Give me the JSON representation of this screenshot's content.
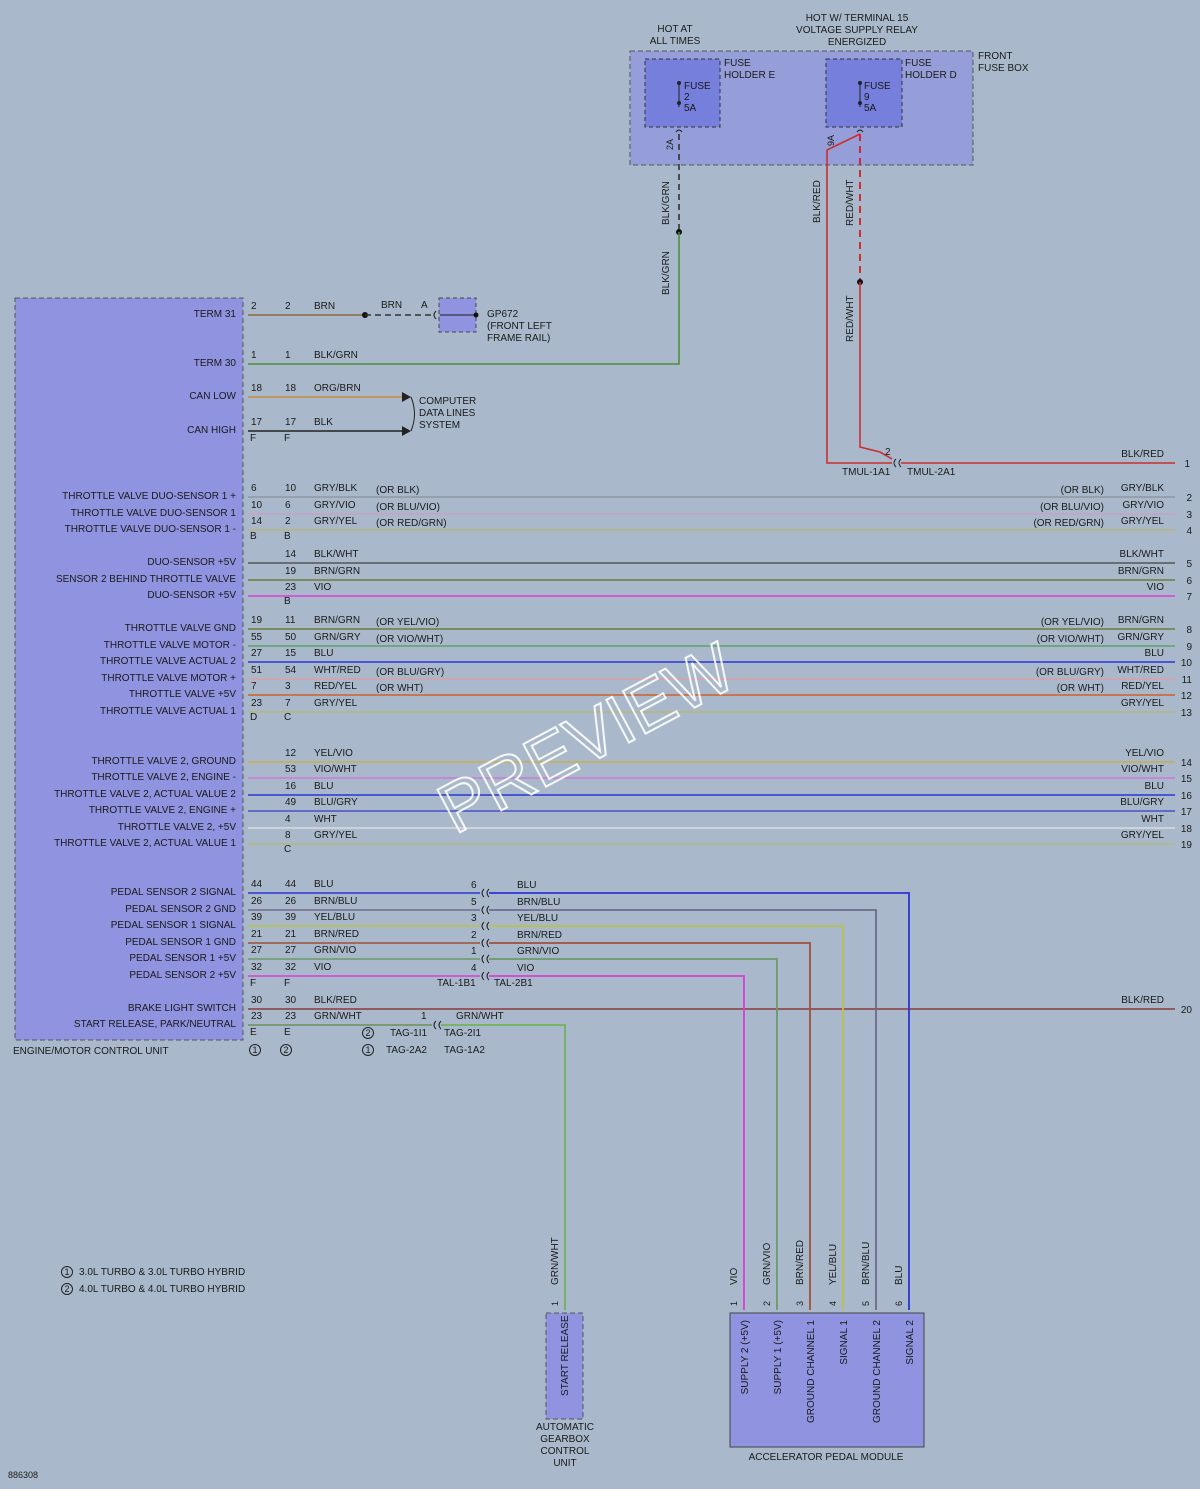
{
  "diagram_id": "886308",
  "components": {
    "ecu": {
      "label": "ENGINE/MOTOR CONTROL UNIT"
    },
    "front_fuse_box": {
      "label_line1": "FRONT",
      "label_line2": "FUSE BOX"
    },
    "fuse_e": {
      "header_line1": "HOT AT",
      "header_line2": "ALL TIMES",
      "holder_line1": "FUSE",
      "holder_line2": "HOLDER E",
      "fuse_label": "FUSE",
      "fuse_num": "2",
      "fuse_amp": "5A",
      "pin": "2A"
    },
    "fuse_d": {
      "header_line1": "HOT W/ TERMINAL 15",
      "header_line2": "VOLTAGE SUPPLY RELAY",
      "header_line3": "ENERGIZED",
      "holder_line1": "FUSE",
      "holder_line2": "HOLDER D",
      "fuse_label": "FUSE",
      "fuse_num": "9",
      "fuse_amp": "5A",
      "pin": "9A"
    },
    "ground": {
      "id": "GP672",
      "line2": "(FRONT LEFT",
      "line3": "FRAME RAIL)",
      "pin": "A"
    },
    "data_lines": {
      "line1": "COMPUTER",
      "line2": "DATA LINES",
      "line3": "SYSTEM"
    },
    "gearbox": {
      "pin_label": "START RELEASE",
      "name_line1": "AUTOMATIC",
      "name_line2": "GEARBOX",
      "name_line3": "CONTROL",
      "name_line4": "UNIT"
    },
    "pedal_module": {
      "label": "ACCELERATOR PEDAL MODULE"
    }
  },
  "wires": {
    "fuse_e_blkgrn": "BLK/GRN",
    "fuse_d_blkred": "BLK/RED",
    "fuse_d_redwht": "RED/WHT",
    "tmul_1": "TMUL-1A1",
    "tmul_2": "TMUL-2A1",
    "tmul_pin": "2"
  },
  "ecu_pins": [
    {
      "label": "TERM 31",
      "p1": "2",
      "p2": "2",
      "wire": "BRN",
      "alt": "",
      "right_alt": "",
      "right_wire": "",
      "num": ""
    },
    {
      "label": "TERM 30",
      "p1": "1",
      "p2": "1",
      "wire": "BLK/GRN",
      "alt": "",
      "right_alt": "",
      "right_wire": "",
      "num": ""
    },
    {
      "label": "CAN LOW",
      "p1": "18",
      "p2": "18",
      "wire": "ORG/BRN",
      "alt": "",
      "right_alt": "",
      "right_wire": "",
      "num": ""
    },
    {
      "label": "CAN HIGH",
      "p1": "17",
      "p2": "17",
      "wire": "BLK",
      "alt": "",
      "right_alt": "",
      "right_wire": "",
      "num": ""
    },
    {
      "label": "THROTTLE VALVE DUO-SENSOR 1 +",
      "p1": "6",
      "p2": "10",
      "wire": "GRY/BLK",
      "alt": "(OR BLK)",
      "right_alt": "(OR BLK)",
      "right_wire": "GRY/BLK",
      "num": "2"
    },
    {
      "label": "THROTTLE VALVE DUO-SENSOR 1",
      "p1": "10",
      "p2": "6",
      "wire": "GRY/VIO",
      "alt": "(OR BLU/VIO)",
      "right_alt": "(OR BLU/VIO)",
      "right_wire": "GRY/VIO",
      "num": "3"
    },
    {
      "label": "THROTTLE VALVE DUO-SENSOR 1 -",
      "p1": "14",
      "p2": "2",
      "wire": "GRY/YEL",
      "alt": "(OR RED/GRN)",
      "right_alt": "(OR RED/GRN)",
      "right_wire": "GRY/YEL",
      "num": "4"
    },
    {
      "label": "DUO-SENSOR +5V",
      "p1": "",
      "p2": "14",
      "wire": "BLK/WHT",
      "alt": "",
      "right_alt": "",
      "right_wire": "BLK/WHT",
      "num": "5"
    },
    {
      "label": "SENSOR 2 BEHIND THROTTLE VALVE",
      "p1": "",
      "p2": "19",
      "wire": "BRN/GRN",
      "alt": "",
      "right_alt": "",
      "right_wire": "BRN/GRN",
      "num": "6"
    },
    {
      "label": "DUO-SENSOR +5V",
      "p1": "",
      "p2": "23",
      "wire": "VIO",
      "alt": "",
      "right_alt": "",
      "right_wire": "VIO",
      "num": "7"
    },
    {
      "label": "THROTTLE VALVE GND",
      "p1": "19",
      "p2": "11",
      "wire": "BRN/GRN",
      "alt": "(OR YEL/VIO)",
      "right_alt": "(OR YEL/VIO)",
      "right_wire": "BRN/GRN",
      "num": "8"
    },
    {
      "label": "THROTTLE VALVE MOTOR -",
      "p1": "55",
      "p2": "50",
      "wire": "GRN/GRY",
      "alt": "(OR VIO/WHT)",
      "right_alt": "(OR VIO/WHT)",
      "right_wire": "GRN/GRY",
      "num": "9"
    },
    {
      "label": "THROTTLE VALVE ACTUAL 2",
      "p1": "27",
      "p2": "15",
      "wire": "BLU",
      "alt": "",
      "right_alt": "",
      "right_wire": "BLU",
      "num": "10"
    },
    {
      "label": "THROTTLE VALVE MOTOR +",
      "p1": "51",
      "p2": "54",
      "wire": "WHT/RED",
      "alt": "(OR BLU/GRY)",
      "right_alt": "(OR BLU/GRY)",
      "right_wire": "WHT/RED",
      "num": "11"
    },
    {
      "label": "THROTTLE VALVE +5V",
      "p1": "7",
      "p2": "3",
      "wire": "RED/YEL",
      "alt": "(OR WHT)",
      "right_alt": "(OR WHT)",
      "right_wire": "RED/YEL",
      "num": "12"
    },
    {
      "label": "THROTTLE VALVE ACTUAL 1",
      "p1": "23",
      "p2": "7",
      "wire": "GRY/YEL",
      "alt": "",
      "right_alt": "",
      "right_wire": "GRY/YEL",
      "num": "13"
    },
    {
      "label": "THROTTLE VALVE 2, GROUND",
      "p1": "",
      "p2": "12",
      "wire": "YEL/VIO",
      "alt": "",
      "right_alt": "",
      "right_wire": "YEL/VIO",
      "num": "14"
    },
    {
      "label": "THROTTLE VALVE 2, ENGINE -",
      "p1": "",
      "p2": "53",
      "wire": "VIO/WHT",
      "alt": "",
      "right_alt": "",
      "right_wire": "VIO/WHT",
      "num": "15"
    },
    {
      "label": "THROTTLE VALVE 2, ACTUAL VALUE 2",
      "p1": "",
      "p2": "16",
      "wire": "BLU",
      "alt": "",
      "right_alt": "",
      "right_wire": "BLU",
      "num": "16"
    },
    {
      "label": "THROTTLE VALVE 2, ENGINE +",
      "p1": "",
      "p2": "49",
      "wire": "BLU/GRY",
      "alt": "",
      "right_alt": "",
      "right_wire": "BLU/GRY",
      "num": "17"
    },
    {
      "label": "THROTTLE VALVE 2, +5V",
      "p1": "",
      "p2": "4",
      "wire": "WHT",
      "alt": "",
      "right_alt": "",
      "right_wire": "WHT",
      "num": "18"
    },
    {
      "label": "THROTTLE VALVE 2, ACTUAL VALUE 1",
      "p1": "",
      "p2": "8",
      "wire": "GRY/YEL",
      "alt": "",
      "right_alt": "",
      "right_wire": "GRY/YEL",
      "num": "19"
    },
    {
      "label": "PEDAL SENSOR 2 SIGNAL",
      "p1": "44",
      "p2": "44",
      "wire": "BLU",
      "alt": "",
      "right_alt": "",
      "right_wire": "",
      "num": ""
    },
    {
      "label": "PEDAL SENSOR 2 GND",
      "p1": "26",
      "p2": "26",
      "wire": "BRN/BLU",
      "alt": "",
      "right_alt": "",
      "right_wire": "",
      "num": ""
    },
    {
      "label": "PEDAL SENSOR 1 SIGNAL",
      "p1": "39",
      "p2": "39",
      "wire": "YEL/BLU",
      "alt": "",
      "right_alt": "",
      "right_wire": "",
      "num": ""
    },
    {
      "label": "PEDAL SENSOR 1 GND",
      "p1": "21",
      "p2": "21",
      "wire": "BRN/RED",
      "alt": "",
      "right_alt": "",
      "right_wire": "",
      "num": ""
    },
    {
      "label": "PEDAL SENSOR 1 +5V",
      "p1": "27",
      "p2": "27",
      "wire": "GRN/VIO",
      "alt": "",
      "right_alt": "",
      "right_wire": "",
      "num": ""
    },
    {
      "label": "PEDAL SENSOR 2 +5V",
      "p1": "32",
      "p2": "32",
      "wire": "VIO",
      "alt": "",
      "right_alt": "",
      "right_wire": "",
      "num": ""
    },
    {
      "label": "BRAKE LIGHT SWITCH",
      "p1": "30",
      "p2": "30",
      "wire": "BLK/RED",
      "alt": "",
      "right_alt": "",
      "right_wire": "BLK/RED",
      "num": "20"
    },
    {
      "label": "START RELEASE, PARK/NEUTRAL",
      "p1": "23",
      "p2": "23",
      "wire": "GRN/WHT",
      "alt": "",
      "right_alt": "",
      "right_wire": "",
      "num": ""
    }
  ],
  "connectors": {
    "c1_f": "F",
    "c2_f": "F",
    "c1_b": "B",
    "c2_b": "B",
    "c2_b2": "B",
    "c1_d": "D",
    "c2_c": "C",
    "c2_c2": "C",
    "c1_f2": "F",
    "c2_f2": "F",
    "c1_e": "E",
    "c2_e": "E",
    "tal_1": "TAL-1B1",
    "tal_2": "TAL-2B1",
    "tag_1": "TAG-1I1",
    "tag_2": "TAG-2I1",
    "tag_3": "TAG-2A2",
    "tag_4": "TAG-1A2",
    "tag_pin": "1",
    "circ_1": "1",
    "circ_2": "2"
  },
  "pedal_conn": [
    {
      "pin": "6",
      "wire": "BLU"
    },
    {
      "pin": "5",
      "wire": "BRN/BLU"
    },
    {
      "pin": "3",
      "wire": "YEL/BLU"
    },
    {
      "pin": "2",
      "wire": "BRN/RED"
    },
    {
      "pin": "1",
      "wire": "GRN/VIO"
    },
    {
      "pin": "4",
      "wire": "VIO"
    }
  ],
  "gearbox_wire": {
    "pin": "1",
    "wire": "GRN/WHT"
  },
  "pedal_module_pins": [
    {
      "pin": "1",
      "wire": "VIO",
      "label": "SUPPLY 2 (+5V)"
    },
    {
      "pin": "2",
      "wire": "GRN/VIO",
      "label": "SUPPLY 1 (+5V)"
    },
    {
      "pin": "3",
      "wire": "BRN/RED",
      "label": "GROUND CHANNEL 1"
    },
    {
      "pin": "4",
      "wire": "YEL/BLU",
      "label": "SIGNAL 1"
    },
    {
      "pin": "5",
      "wire": "BRN/BLU",
      "label": "GROUND CHANNEL 2"
    },
    {
      "pin": "6",
      "wire": "BLU",
      "label": "SIGNAL 2"
    }
  ],
  "legend": [
    {
      "num": "1",
      "text": "3.0L TURBO & 3.0L TURBO HYBRID"
    },
    {
      "num": "2",
      "text": "4.0L TURBO & 4.0L TURBO HYBRID"
    }
  ],
  "watermark": "PREVIEW",
  "colors": {
    "background": "#a9b9cb",
    "module_fill": "#8f93e0",
    "wire_blu": "#2a35d8",
    "wire_vio": "#d93fd9",
    "wire_red": "#c8302f"
  }
}
